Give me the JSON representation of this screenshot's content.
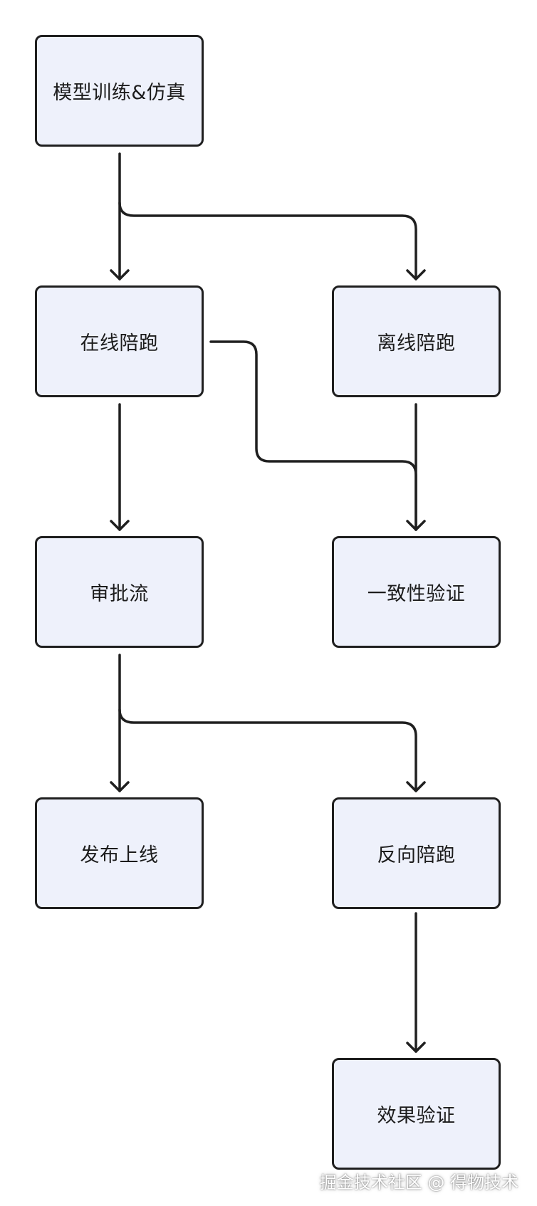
{
  "diagram": {
    "nodes": {
      "train": {
        "label": "模型训练&仿真"
      },
      "online": {
        "label": "在线陪跑"
      },
      "offline": {
        "label": "离线陪跑"
      },
      "approval": {
        "label": "审批流"
      },
      "consistency": {
        "label": "一致性验证"
      },
      "release": {
        "label": "发布上线"
      },
      "reverse": {
        "label": "反向陪跑"
      },
      "effect": {
        "label": "效果验证"
      }
    },
    "edges": [
      {
        "from": "train",
        "to": "online"
      },
      {
        "from": "train",
        "to": "offline"
      },
      {
        "from": "online",
        "to": "approval"
      },
      {
        "from": "online",
        "to": "consistency"
      },
      {
        "from": "offline",
        "to": "consistency"
      },
      {
        "from": "approval",
        "to": "release"
      },
      {
        "from": "approval",
        "to": "reverse"
      },
      {
        "from": "reverse",
        "to": "effect"
      }
    ],
    "colors": {
      "node_fill": "#eef1fb",
      "stroke": "#1f1f1f"
    }
  },
  "watermark": {
    "text": "掘金技术社区 @ 得物技术"
  }
}
